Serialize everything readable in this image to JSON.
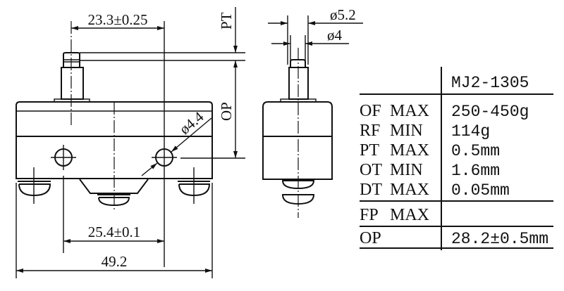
{
  "front_view": {
    "dim_actuator_offset": "23.3±0.25",
    "dim_hole_spacing": "25.4±0.1",
    "dim_overall_width": "49.2",
    "dim_hole_diameter": "ø4.4",
    "label_pt": "PT",
    "label_op": "OP"
  },
  "side_view": {
    "dim_outer_diameter": "ø5.2",
    "dim_inner_diameter": "ø4"
  },
  "spec_table": {
    "model": "MJ2-1305",
    "rows": [
      {
        "param": "OF",
        "limit": "MAX",
        "value": "250-450g"
      },
      {
        "param": "RF",
        "limit": "MIN",
        "value": "114g"
      },
      {
        "param": "PT",
        "limit": "MAX",
        "value": "0.5mm"
      },
      {
        "param": "OT",
        "limit": "MIN",
        "value": "1.6mm"
      },
      {
        "param": "DT",
        "limit": "MAX",
        "value": "0.05mm"
      },
      {
        "param": "FP",
        "limit": "MAX",
        "value": ""
      },
      {
        "param": "OP",
        "limit": "",
        "value": "28.2±0.5mm"
      }
    ]
  }
}
